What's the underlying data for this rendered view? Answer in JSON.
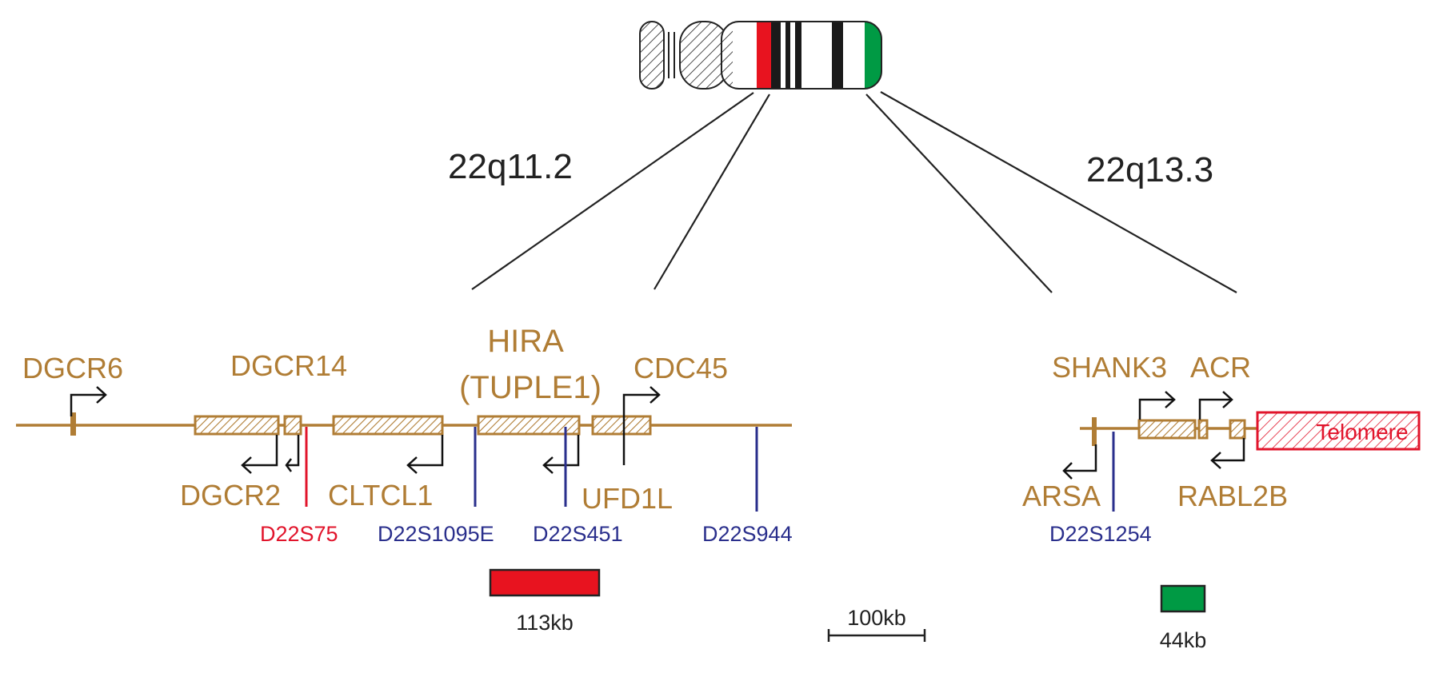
{
  "colors": {
    "gene": "#b07d35",
    "deletion_22q11": "#e8131f",
    "deletion_22q13": "#009a44",
    "marker_red": "#e1142b",
    "marker_blue": "#2a2f8c",
    "telomere": "#e1142b"
  },
  "regions": {
    "q11": "22q11.2",
    "q13": "22q13.3"
  },
  "genes": {
    "dgcr6": "DGCR6",
    "dgcr14": "DGCR14",
    "hira": "HIRA",
    "tuple1": "(TUPLE1)",
    "cdc45": "CDC45",
    "dgcr2": "DGCR2",
    "cltcl1": "CLTCL1",
    "ufd1l": "UFD1L",
    "shank3": "SHANK3",
    "acr": "ACR",
    "arsa": "ARSA",
    "rabl2b": "RABL2B"
  },
  "markers": {
    "d22s75": "D22S75",
    "d22s1095e": "D22S1095E",
    "d22s451": "D22S451",
    "d22s944": "D22S944",
    "d22s1254": "D22S1254"
  },
  "telomere": "Telomere",
  "scale": {
    "del_22q11": "113kb",
    "ruler": "100kb",
    "del_22q13": "44kb"
  }
}
